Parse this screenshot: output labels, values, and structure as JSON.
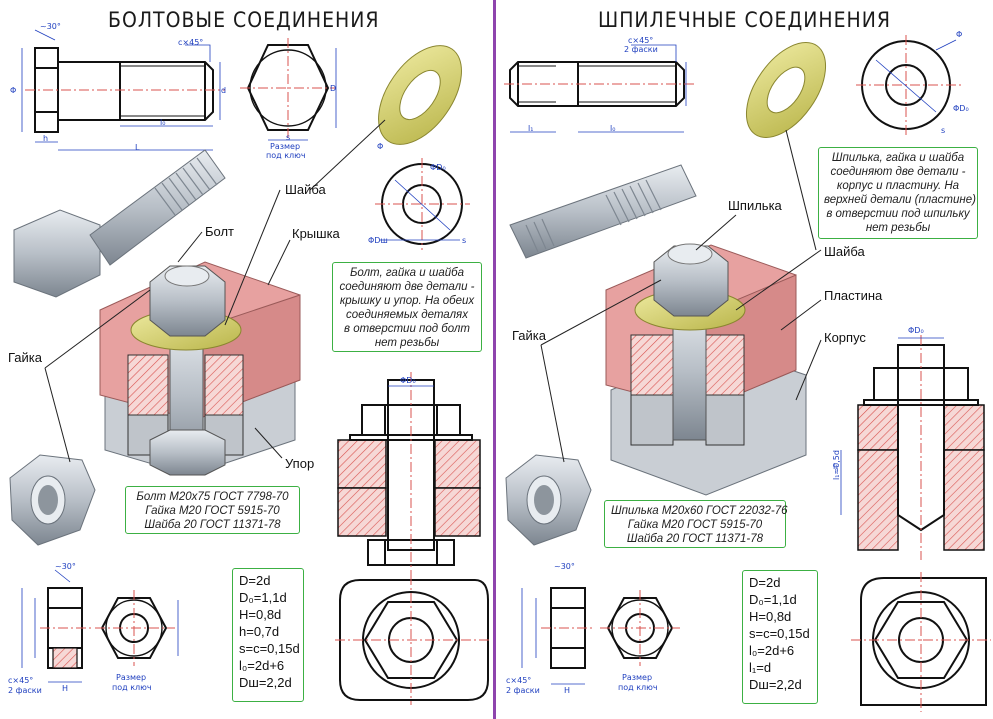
{
  "left": {
    "title": "БОЛТОВЫЕ СОЕДИНЕНИЯ",
    "labels": {
      "bolt": "Болт",
      "washer": "Шайба",
      "cover": "Крышка",
      "nut": "Гайка",
      "stop": "Упор"
    },
    "note_lines": [
      "Болт, гайка и шайба",
      "соединяют две детали -",
      "крышку и упор. На обеих",
      "соединяемых деталях",
      "в отверстии под болт",
      "нет резьбы"
    ],
    "spec_lines": [
      "Болт М20х75 ГОСТ 7798-70",
      "Гайка М20 ГОСТ 5915-70",
      "Шайба 20 ГОСТ 11371-78"
    ],
    "formulas": [
      "D=2d",
      "D₀=1,1d",
      "H=0,8d",
      "h=0,7d",
      "s=c=0,15d",
      "l₀=2d+6",
      "Dш=2,2d"
    ],
    "dims": {
      "angle": "~30°",
      "chamfer": "c×45°",
      "phi": "Φ",
      "d": "d",
      "l0": "l₀",
      "l": "L",
      "h": "h",
      "D": "D",
      "s": "s",
      "phiD0": "ΦD₀",
      "wrench1": "Размер",
      "wrench2": "под ключ",
      "phiDsh": "ΦDш",
      "chamfer2": "c×45°",
      "chamfers2": "2 фаски",
      "H": "H"
    }
  },
  "right": {
    "title": "ШПИЛЕЧНЫЕ СОЕДИНЕНИЯ",
    "labels": {
      "stud": "Шпилька",
      "washer": "Шайба",
      "plate": "Пластина",
      "nut": "Гайка",
      "body": "Корпус"
    },
    "note_lines": [
      "Шпилька, гайка и шайба",
      "соединяют две детали -",
      "корпус и пластину. На",
      "верхней детали (пластине)",
      "в отверстии под шпильку",
      "нет резьбы"
    ],
    "spec_lines": [
      "Шпилька М20х60 ГОСТ 22032-76",
      "Гайка М20 ГОСТ 5915-70",
      "Шайба 20 ГОСТ 11371-78"
    ],
    "formulas": [
      "D=2d",
      "D₀=1,1d",
      "H=0,8d",
      "s=c=0,15d",
      "l₀=2d+6",
      "l₁=d",
      "Dш=2,2d"
    ],
    "dims": {
      "chamfer": "c×45°",
      "chamfers": "2 фаски",
      "l1": "l₁",
      "l0": "l₀",
      "phi": "Φ",
      "phiD0": "ΦD₀",
      "s": "s",
      "l1eq": "l₁≈0,5d",
      "l1b": "l₁",
      "angle": "~30°",
      "chamfer2": "c×45°",
      "chamfers2": "2 фаски",
      "wrench1": "Размер",
      "wrench2": "под ключ",
      "H": "H"
    }
  },
  "colors": {
    "divider": "#8e44ad",
    "note_border": "#3cb043",
    "dimension": "#1f3fbf",
    "hatch": "#d9534f",
    "cover": "#e7a1a0",
    "steel": "#b8bfc7",
    "washer": "#d8d46a"
  }
}
